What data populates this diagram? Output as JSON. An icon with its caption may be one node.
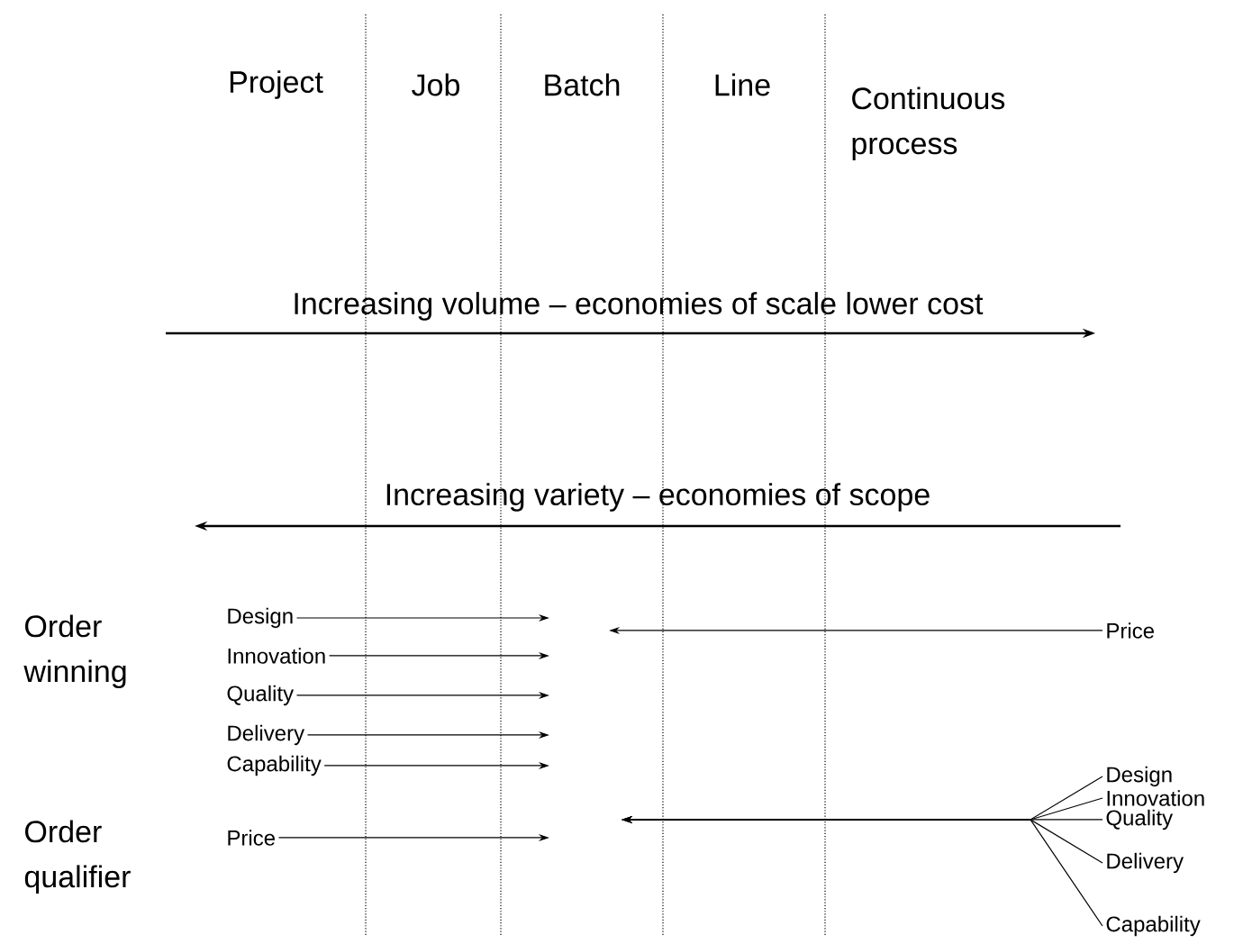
{
  "diagram": {
    "nodes": [
      {
        "text": [
          "Design"
        ]
      },
      {
        "text": [
          "Innovation"
        ]
      },
      {
        "text": [
          "Quality"
        ]
      },
      {
        "text": [
          "Delivery"
        ]
      },
      {
        "text": [
          "Capability"
        ]
      },
      {
        "text": [
          "Price"
        ]
      },
      {
        "text": [
          "Price"
        ]
      },
      {
        "text": [
          "Design"
        ]
      },
      {
        "text": [
          "Innovation"
        ]
      },
      {
        "text": [
          "Quality"
        ]
      },
      {
        "text": [
          "Delivery"
        ]
      },
      {
        "text": [
          "Capability"
        ]
      }
    ],
    "edges": [
      {
        "from": 0,
        "to": null,
        "arrow": "to"
      },
      {
        "from": 1,
        "to": null,
        "arrow": "to"
      },
      {
        "from": 2,
        "to": null,
        "arrow": "to"
      },
      {
        "from": 3,
        "to": null,
        "arrow": "to"
      },
      {
        "from": 4,
        "to": null,
        "arrow": "to"
      },
      {
        "from": 5,
        "to": null,
        "arrow": "to"
      },
      {
        "from": 6,
        "to": null,
        "arrow": "to"
      },
      {
        "from": 7,
        "to": null,
        "arrow": "to"
      },
      {
        "from": 8,
        "to": null,
        "arrow": "to"
      },
      {
        "from": 9,
        "to": null,
        "arrow": "to"
      },
      {
        "from": 10,
        "to": null,
        "arrow": "to"
      },
      {
        "from": 11,
        "to": null,
        "arrow": "to"
      }
    ],
    "labels": [
      "Project",
      "Job",
      "Batch",
      "Line",
      "Continuous process",
      "Increasing volume – economies of scale lower cost",
      "Increasing variety – economies of scope",
      "Order winning",
      "Order qualifier"
    ]
  }
}
